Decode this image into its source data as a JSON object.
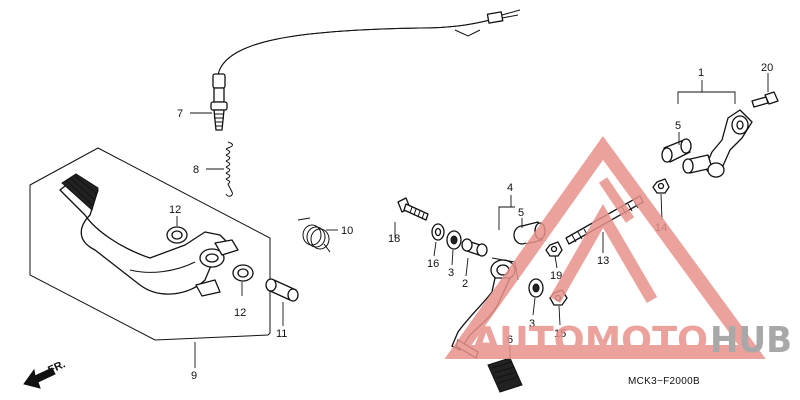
{
  "diagram": {
    "callouts": {
      "c1": "1",
      "c2": "2",
      "c3a": "3",
      "c3b": "3",
      "c4": "4",
      "c5a": "5",
      "c5b": "5",
      "c6": "6",
      "c7": "7",
      "c8": "8",
      "c9": "9",
      "c10": "10",
      "c11": "11",
      "c12a": "12",
      "c12b": "12",
      "c13": "13",
      "c14": "14",
      "c15": "15",
      "c16": "16",
      "c18": "18",
      "c19": "19",
      "c20": "20"
    },
    "front_label": "FR.",
    "drawing_code": "MCK3−F2000B"
  },
  "watermark": {
    "text_part1": "AUTOMOTO",
    "text_part2": "HUB",
    "color_primary": "#e8928c",
    "color_secondary": "#9a9a9a"
  }
}
